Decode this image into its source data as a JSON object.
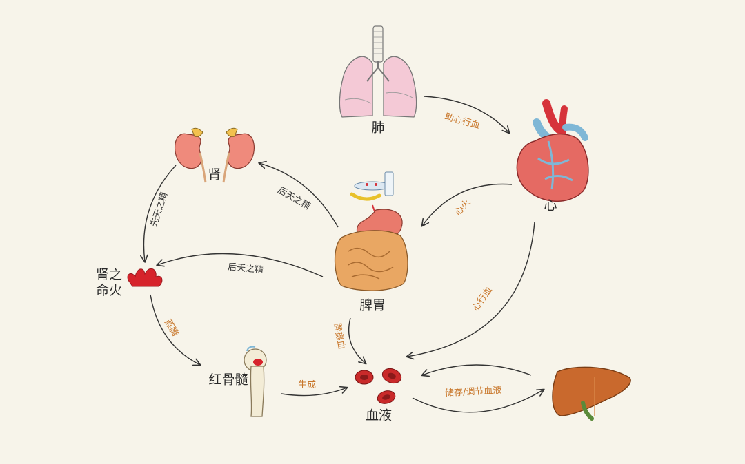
{
  "nodes": {
    "lung": {
      "label": "肺",
      "icon": "lungs-icon"
    },
    "heart": {
      "label": "心",
      "icon": "heart-icon"
    },
    "kidney": {
      "label": "肾",
      "icon": "kidneys-icon"
    },
    "spleen_stomach": {
      "label": "脾胃",
      "icon": "stomach-intestines-icon"
    },
    "kidney_fire": {
      "label": "肾之\n命火",
      "icon": "fire-icon"
    },
    "bone_marrow": {
      "label": "红骨髓",
      "icon": "bone-icon"
    },
    "blood": {
      "label": "血液",
      "icon": "red-blood-cells-icon"
    },
    "liver": {
      "label": "",
      "icon": "liver-icon"
    },
    "food": {
      "label": "",
      "icon": "food-plate-icon"
    }
  },
  "edges": {
    "lung_heart": "助心行血",
    "heart_spleen": "心火",
    "heart_blood": "心行血",
    "spleen_kidney": "后天之精",
    "kidney_fire": "先天之精",
    "spleen_fire": "后天之精",
    "fire_marrow": "蒸腾",
    "spleen_blood": "脾摄血",
    "marrow_blood": "生成",
    "blood_liver": "储存/调节血液"
  },
  "colors": {
    "background": "#f7f4ea",
    "edge_label_orange": "#c8762a",
    "arrow": "#333333"
  }
}
